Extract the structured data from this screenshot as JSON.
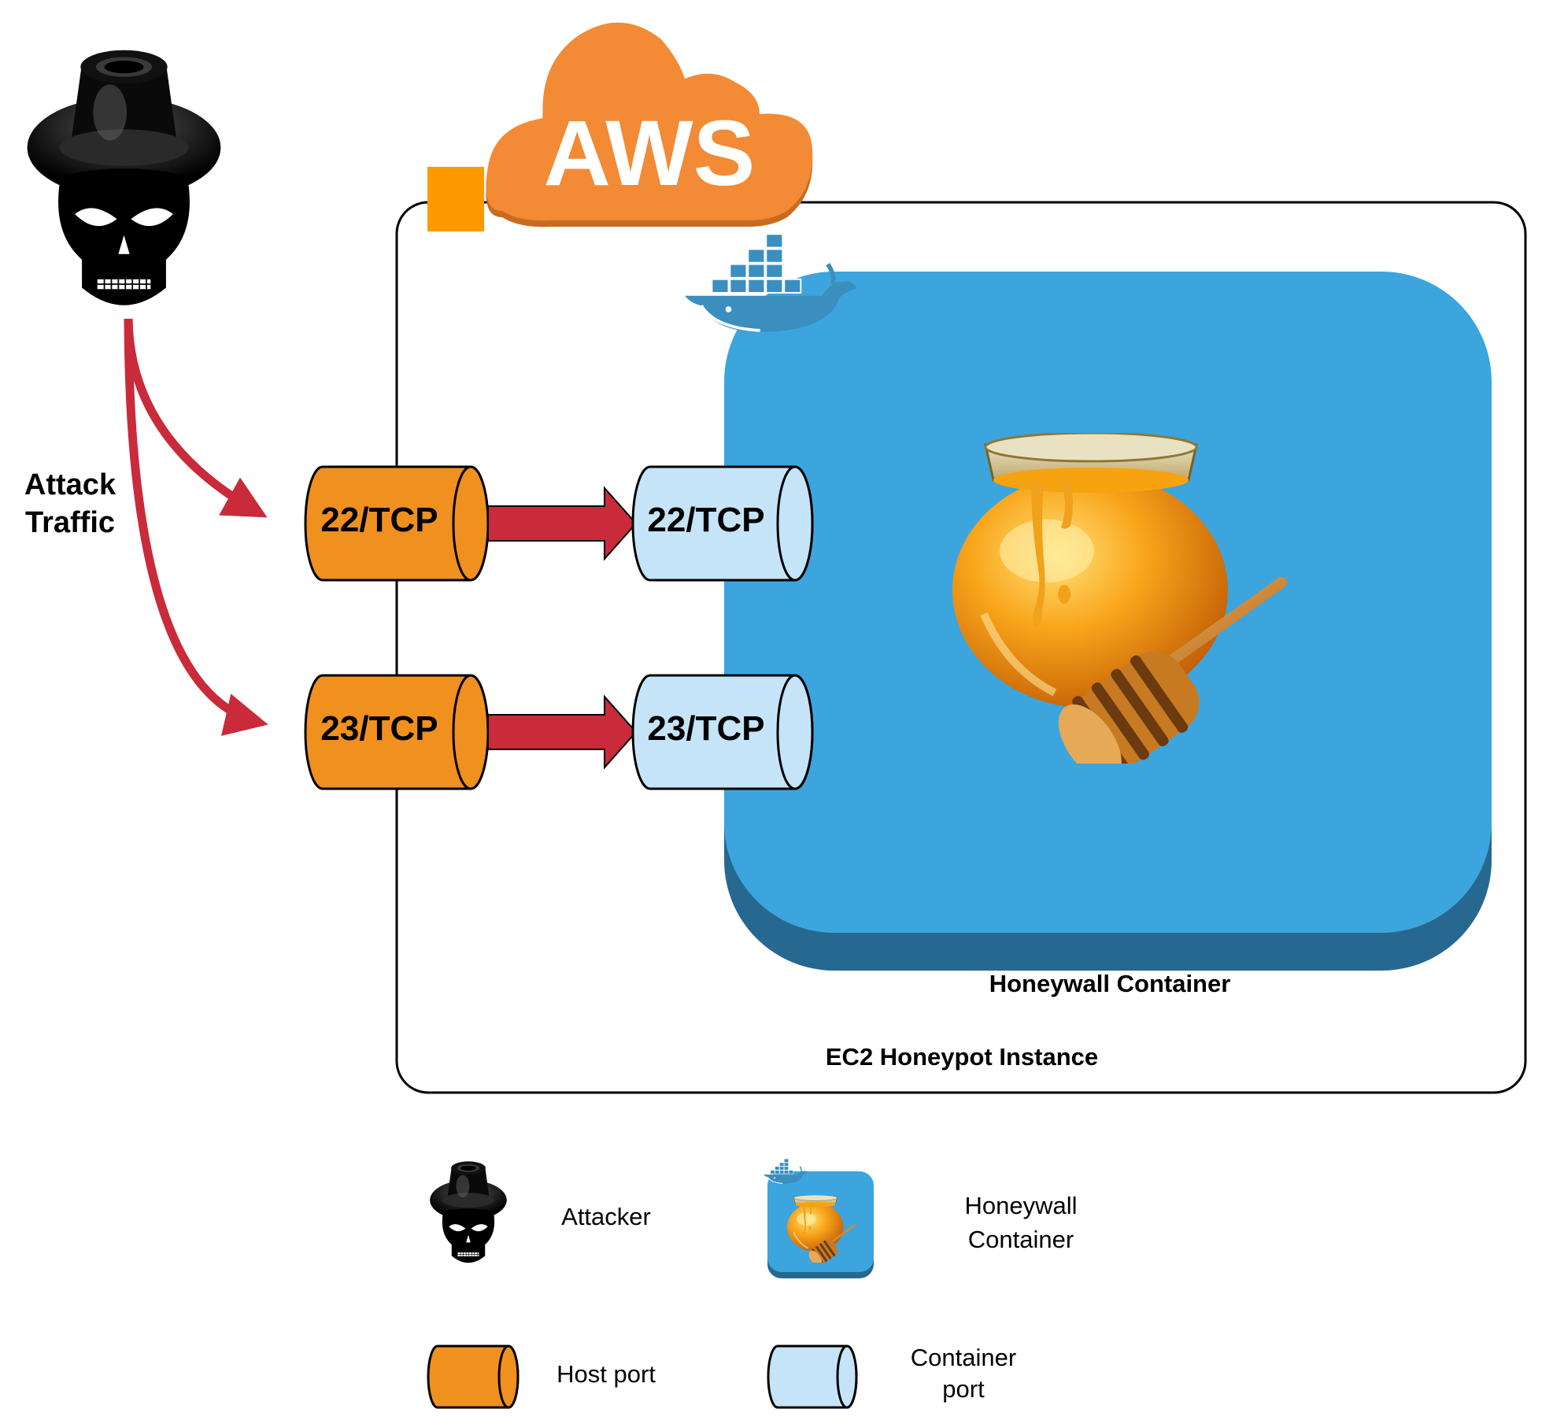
{
  "cloud": {
    "label": "AWS"
  },
  "attack": {
    "label_line1": "Attack",
    "label_line2": "Traffic"
  },
  "instance": {
    "label": "EC2 Honeypot Instance"
  },
  "container": {
    "label": "Honeywall Container"
  },
  "ports": {
    "host_22": "22/TCP",
    "host_23": "23/TCP",
    "container_22": "22/TCP",
    "container_23": "23/TCP"
  },
  "legend": {
    "attacker": "Attacker",
    "honeywall_line1": "Honeywall",
    "honeywall_line2": "Container",
    "host_port": "Host port",
    "container_port_line1": "Container",
    "container_port_line2": "port"
  },
  "colors": {
    "aws_orange": "#F28A36",
    "aws_square": "#FF9900",
    "host_port": "#F0901F",
    "container_port": "#C6E4F7",
    "container_blue": "#3CA5DD",
    "container_shadow": "#26688F",
    "arrow_red": "#C92B3A"
  },
  "icons": [
    "attacker-skull-icon",
    "aws-cloud-icon",
    "docker-whale-icon",
    "honey-pot-icon"
  ]
}
